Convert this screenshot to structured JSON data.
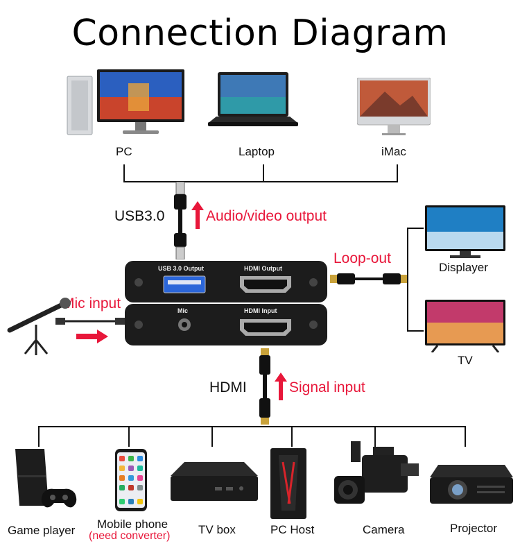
{
  "title": "Connection Diagram",
  "computers": [
    {
      "label": "PC",
      "icon": "desktop-pc-icon"
    },
    {
      "label": "Laptop",
      "icon": "laptop-icon"
    },
    {
      "label": "iMac",
      "icon": "imac-icon"
    }
  ],
  "usb": {
    "label": "USB3.0",
    "direction_label": "Audio/video output"
  },
  "device": {
    "top_ports": {
      "usb_label": "USB 3.0 Output",
      "hdmi_label": "HDMI Output"
    },
    "bottom_ports": {
      "mic_label": "Mic",
      "hdmi_label": "HDMI Input"
    }
  },
  "mic": {
    "label": "Mic input",
    "icon": "microphone-icon"
  },
  "loop": {
    "label": "Loop-out"
  },
  "displays": [
    {
      "label": "Displayer",
      "icon": "monitor-icon"
    },
    {
      "label": "TV",
      "icon": "tv-icon"
    }
  ],
  "hdmi": {
    "label": "HDMI",
    "direction_label": "Signal input"
  },
  "sources": [
    {
      "label": "Game player",
      "icon": "game-console-icon"
    },
    {
      "label": "Mobile phone",
      "note": "(need converter)",
      "icon": "smartphone-icon"
    },
    {
      "label": "TV box",
      "icon": "tv-box-icon"
    },
    {
      "label": "PC Host",
      "icon": "pc-tower-icon"
    },
    {
      "label": "Camera",
      "icon": "camcorder-icon"
    },
    {
      "label": "Projector",
      "icon": "projector-icon"
    }
  ],
  "colors": {
    "accent": "#e8173a",
    "device": "#1c1c1c",
    "line": "#111111"
  }
}
